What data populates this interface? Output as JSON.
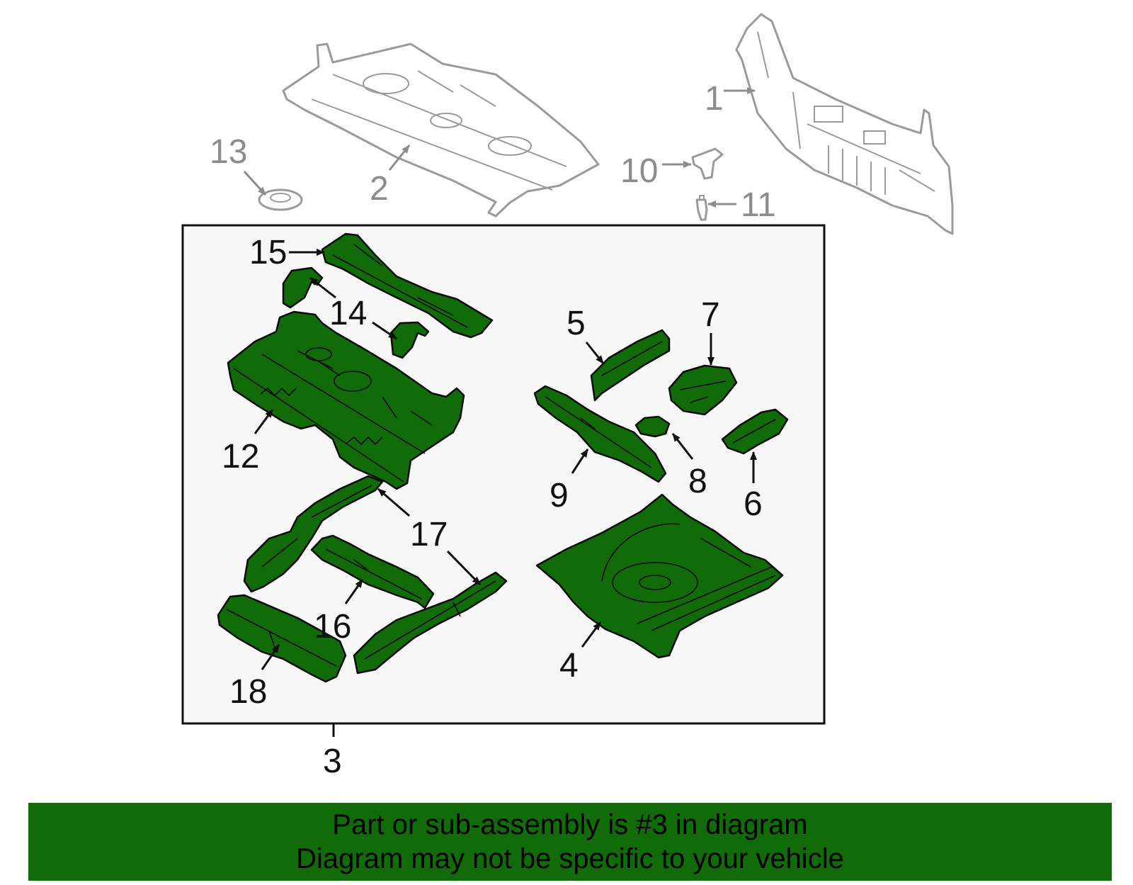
{
  "colors": {
    "part_fill": "#116b08",
    "part_outline": "#0a0a0a",
    "context_part_outline": "#9a9a9a",
    "callout_dark": "#111111",
    "callout_grey": "#8c8c8c",
    "group_box_fill": "#f7f7f7",
    "banner_background": "#116b08"
  },
  "callouts": {
    "c1": "1",
    "c2": "2",
    "c3": "3",
    "c4": "4",
    "c5": "5",
    "c6": "6",
    "c7": "7",
    "c8": "8",
    "c9": "9",
    "c10": "10",
    "c11": "11",
    "c12": "12",
    "c13": "13",
    "c14": "14",
    "c15": "15",
    "c16": "16",
    "c17": "17",
    "c18": "18"
  },
  "banner": {
    "line1": "Part or sub-assembly is #3 in diagram",
    "line2": "Diagram may not be specific to your vehicle"
  }
}
